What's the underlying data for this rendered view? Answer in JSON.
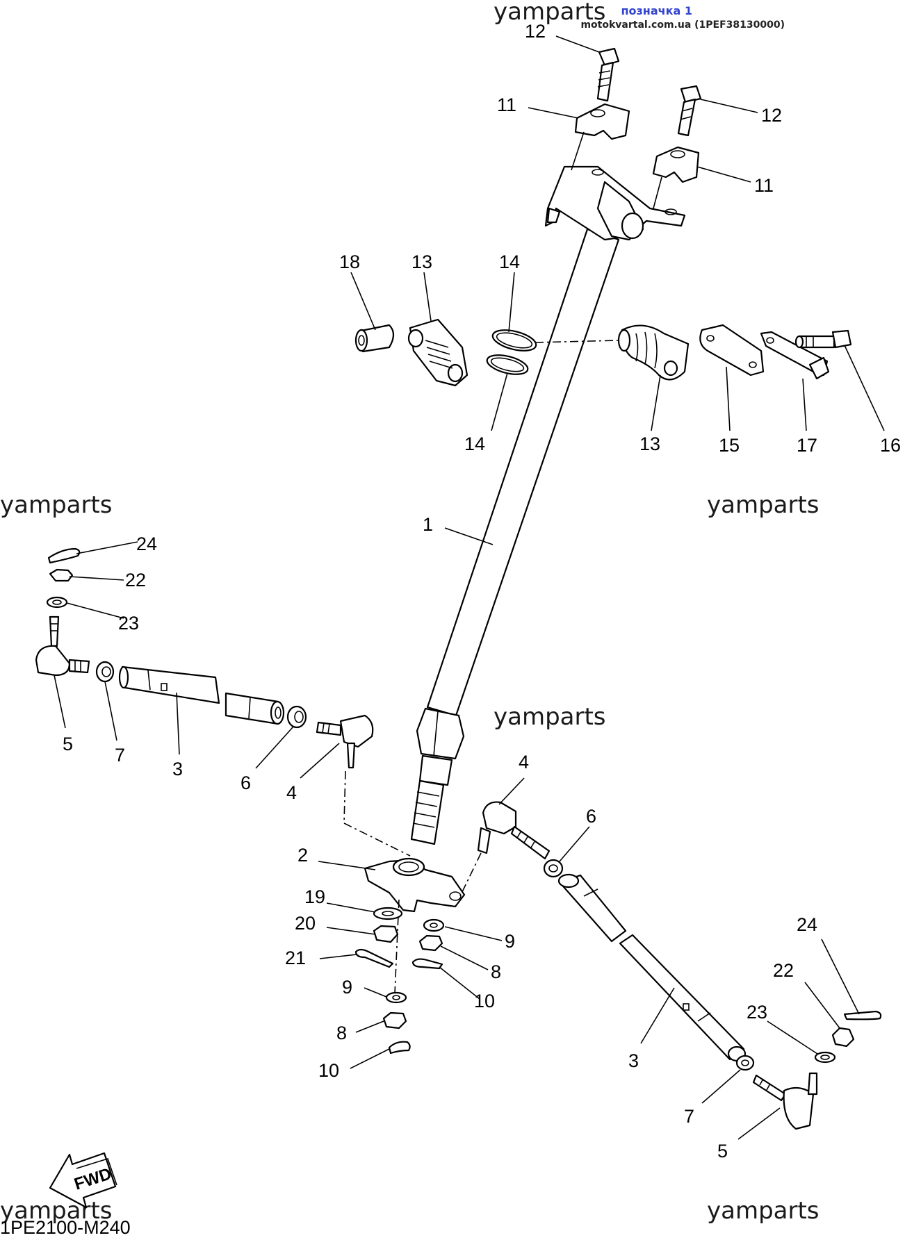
{
  "header": {
    "link_label": "позначка 1",
    "source_label": "motokvartal.com.ua (1PEF38130000)"
  },
  "watermark": "yamparts",
  "diagram_code": "1PE2100-M240",
  "fwd_label": "FWD",
  "labels": {
    "n1": "1",
    "n2": "2",
    "n3a": "3",
    "n3b": "3",
    "n4a": "4",
    "n4b": "4",
    "n5a": "5",
    "n5b": "5",
    "n6a": "6",
    "n6b": "6",
    "n7a": "7",
    "n7b": "7",
    "n8a": "8",
    "n8b": "8",
    "n9a": "9",
    "n9b": "9",
    "n10a": "10",
    "n10b": "10",
    "n11a": "11",
    "n11b": "11",
    "n12a": "12",
    "n12b": "12",
    "n13a": "13",
    "n13b": "13",
    "n14a": "14",
    "n14b": "14",
    "n15": "15",
    "n16": "16",
    "n17": "17",
    "n18": "18",
    "n19": "19",
    "n20": "20",
    "n21": "21",
    "n22a": "22",
    "n22b": "22",
    "n23a": "23",
    "n23b": "23",
    "n24a": "24",
    "n24b": "24"
  },
  "colors": {
    "line": "#000000",
    "link": "#3344cc"
  }
}
